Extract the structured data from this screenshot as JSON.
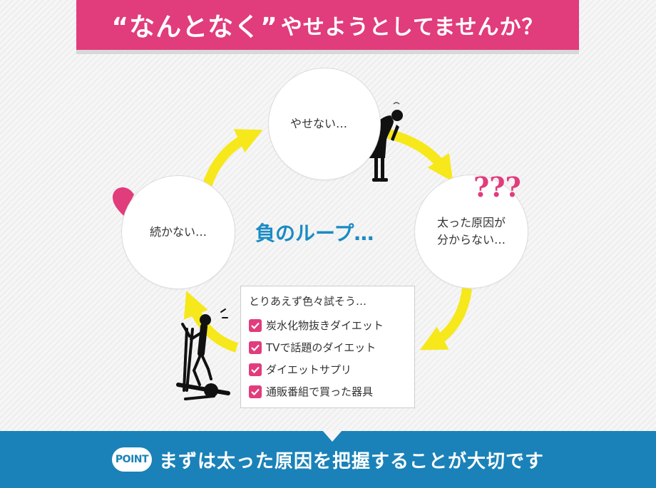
{
  "title": {
    "emphasis": "“なんとなく”",
    "rest": "やせようとしてませんか？"
  },
  "loop": {
    "center_label": "負のループ…",
    "top": "やせない…",
    "right_line1": "太った原因が",
    "right_line2": "分からない…",
    "left": "続かない…",
    "question_marks": "???"
  },
  "checklist": {
    "title": "とりあえず色々試そう…",
    "items": [
      "炭水化物抜きダイエット",
      "TVで話題のダイエット",
      "ダイエットサプリ",
      "通販番組で買った器具"
    ]
  },
  "point": {
    "badge": "POINT",
    "text": "まずは太った原因を把握することが大切です"
  },
  "colors": {
    "pink": "#e13c7c",
    "blue": "#1a82b8",
    "arrow_yellow": "#f6e81a"
  },
  "icons": [
    "broken-heart-icon",
    "question-marks",
    "checkbox-icon",
    "sad-person-illustration",
    "exercise-machine-illustration"
  ]
}
